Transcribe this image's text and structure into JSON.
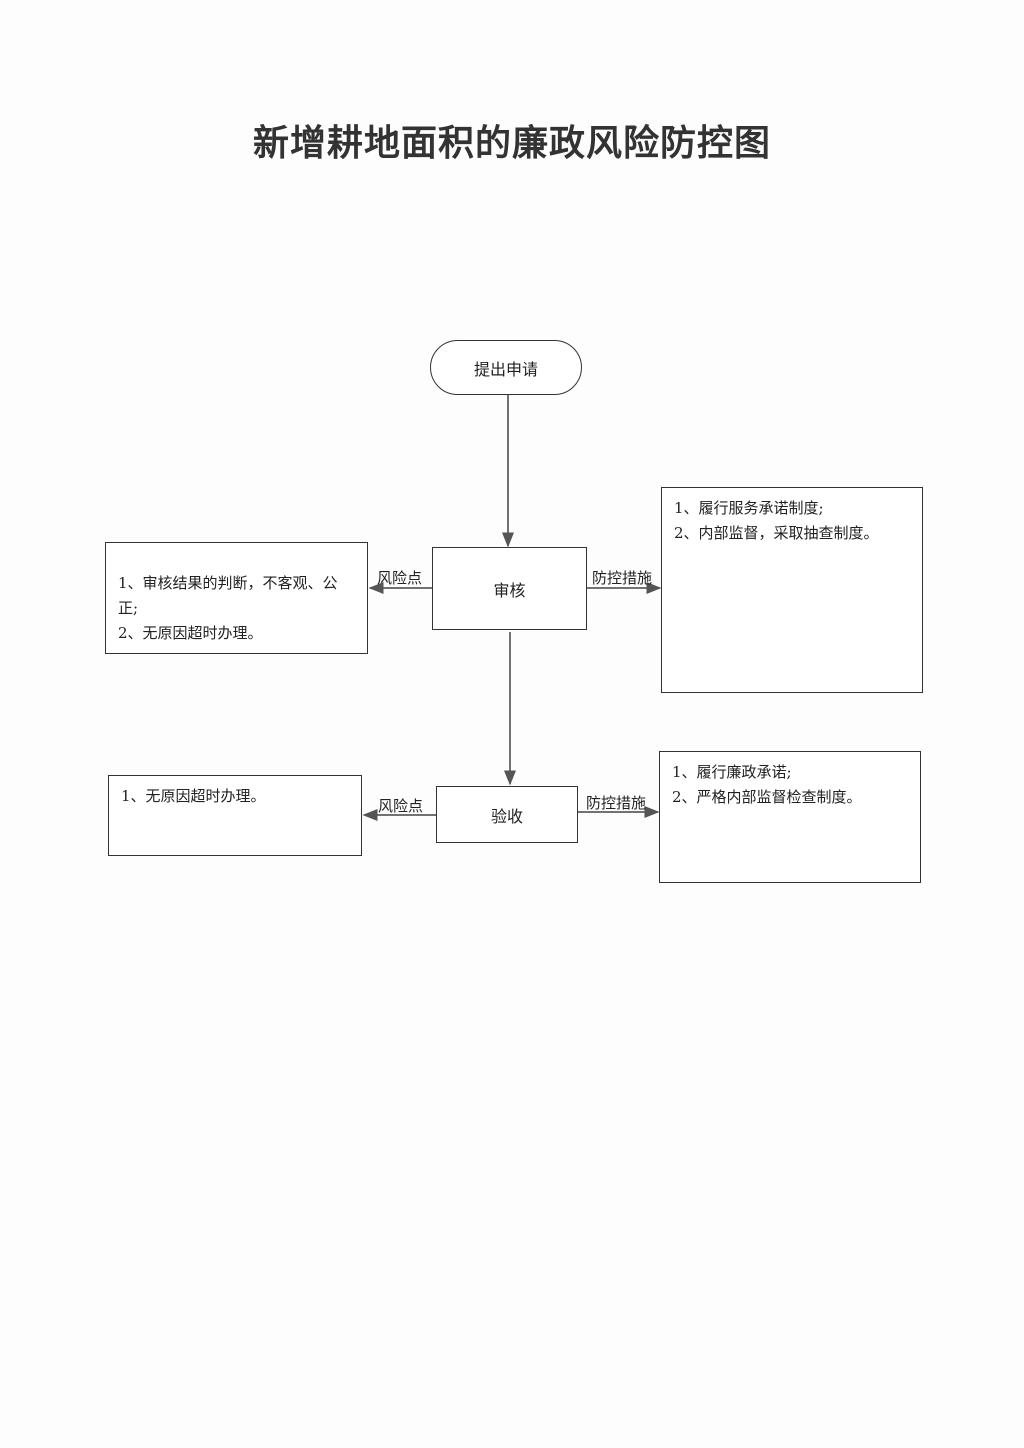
{
  "title": "新增耕地面积的廉政风险防控图",
  "nodes": {
    "start": "提出申请",
    "review": "审核",
    "acceptance": "验收"
  },
  "edge_labels": {
    "risk": "风险点",
    "measure": "防控措施"
  },
  "review_risks": [
    "1、审核结果的判断，不客观、公正;",
    "2、无原因超时办理。"
  ],
  "review_measures": [
    "1、履行服务承诺制度;",
    "2、内部监督，采取抽查制度。"
  ],
  "acceptance_risks": [
    "1、无原因超时办理。"
  ],
  "acceptance_measures": [
    "1、履行廉政承诺;",
    "2、严格内部监督检查制度。"
  ]
}
